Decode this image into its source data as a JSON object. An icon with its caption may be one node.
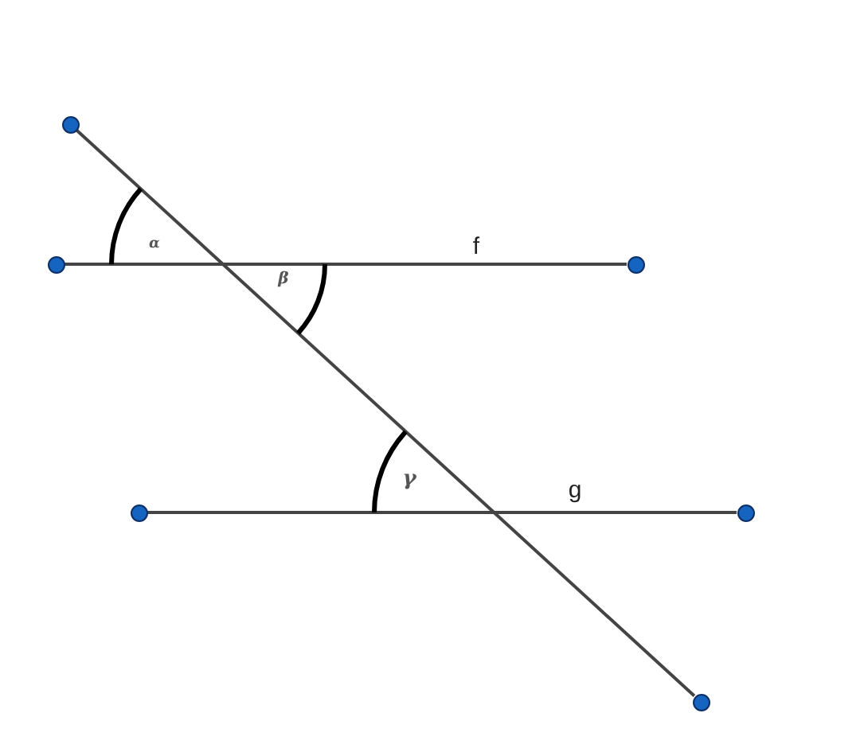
{
  "diagram": {
    "nodes": [
      {
        "text": [],
        "shape": "circle"
      },
      {
        "text": [],
        "shape": "circle"
      },
      {
        "text": [],
        "shape": "circle"
      },
      {
        "text": [],
        "shape": "circle"
      },
      {
        "text": [],
        "shape": "circle"
      },
      {
        "text": [],
        "shape": "circle"
      }
    ],
    "edges": [
      {
        "from": 1,
        "to": 2,
        "arrow": "none",
        "label": "f"
      },
      {
        "from": 3,
        "to": 4,
        "arrow": "none",
        "label": "g"
      },
      {
        "from": 0,
        "to": 5,
        "arrow": "none"
      }
    ],
    "labels": [
      "α",
      "β",
      "γ"
    ]
  }
}
